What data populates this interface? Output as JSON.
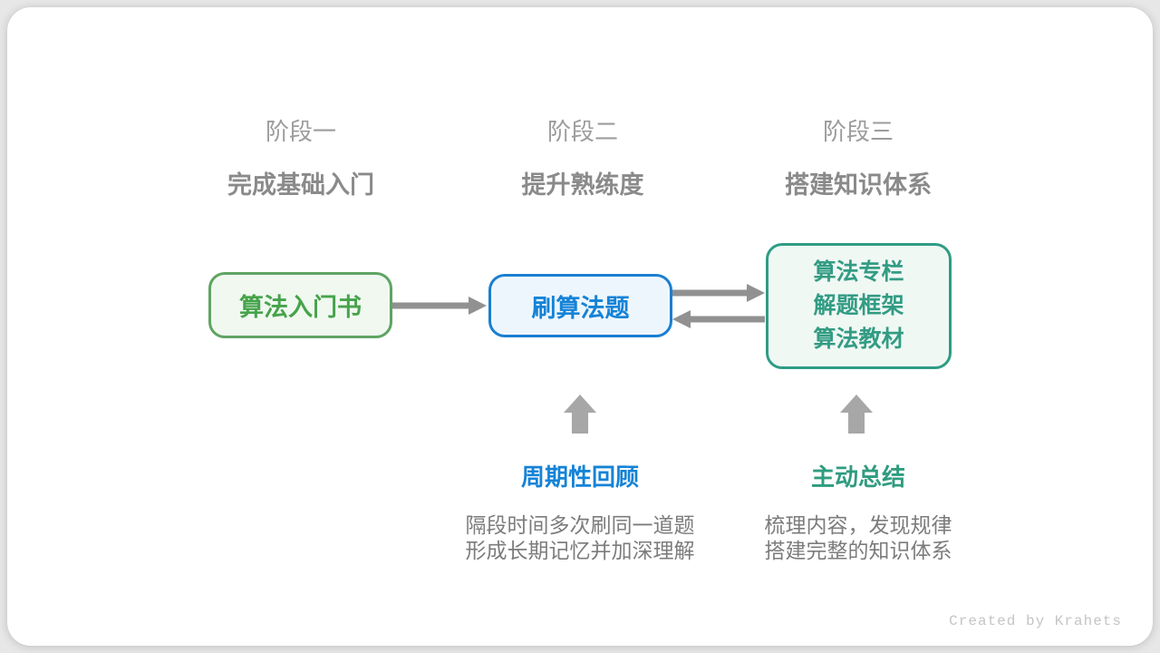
{
  "stages": [
    {
      "label": "阶段一",
      "subtitle": "完成基础入门"
    },
    {
      "label": "阶段二",
      "subtitle": "提升熟练度"
    },
    {
      "label": "阶段三",
      "subtitle": "搭建知识体系"
    }
  ],
  "boxes": {
    "intro_book": {
      "label": "算法入门书",
      "text_color": "#47a34b",
      "border_color": "#5fa463",
      "bg_color": "#f0f8f0"
    },
    "practice": {
      "label": "刷算法题",
      "text_color": "#1583d6",
      "border_color": "#1a7fd0",
      "bg_color": "#eef6fd"
    },
    "knowledge": {
      "lines": [
        "算法专栏",
        "解题框架",
        "算法教材"
      ],
      "text_color": "#339c84",
      "border_color": "#2f9c85",
      "bg_color": "#f0f8f4"
    }
  },
  "callouts": [
    {
      "title": "周期性回顾",
      "title_color": "#1583d6",
      "desc": [
        "隔段时间多次刷同一道题",
        "形成长期记忆并加深理解"
      ]
    },
    {
      "title": "主动总结",
      "title_color": "#2f9c80",
      "desc": [
        "梳理内容，发现规律",
        "搭建完整的知识体系"
      ]
    }
  ],
  "credit": "Created by Krahets",
  "palette": {
    "page_bg": "#e7e7e7",
    "card_bg": "#ffffff",
    "connector_arrow_gray": "#919191",
    "block_arrow_gray": "#a7a7a7",
    "stage_label_gray": "#9c9c9c",
    "stage_subtitle_gray": "#8a8a8a",
    "desc_gray": "#7c7c7c",
    "credit_gray": "#c5c5c5"
  }
}
